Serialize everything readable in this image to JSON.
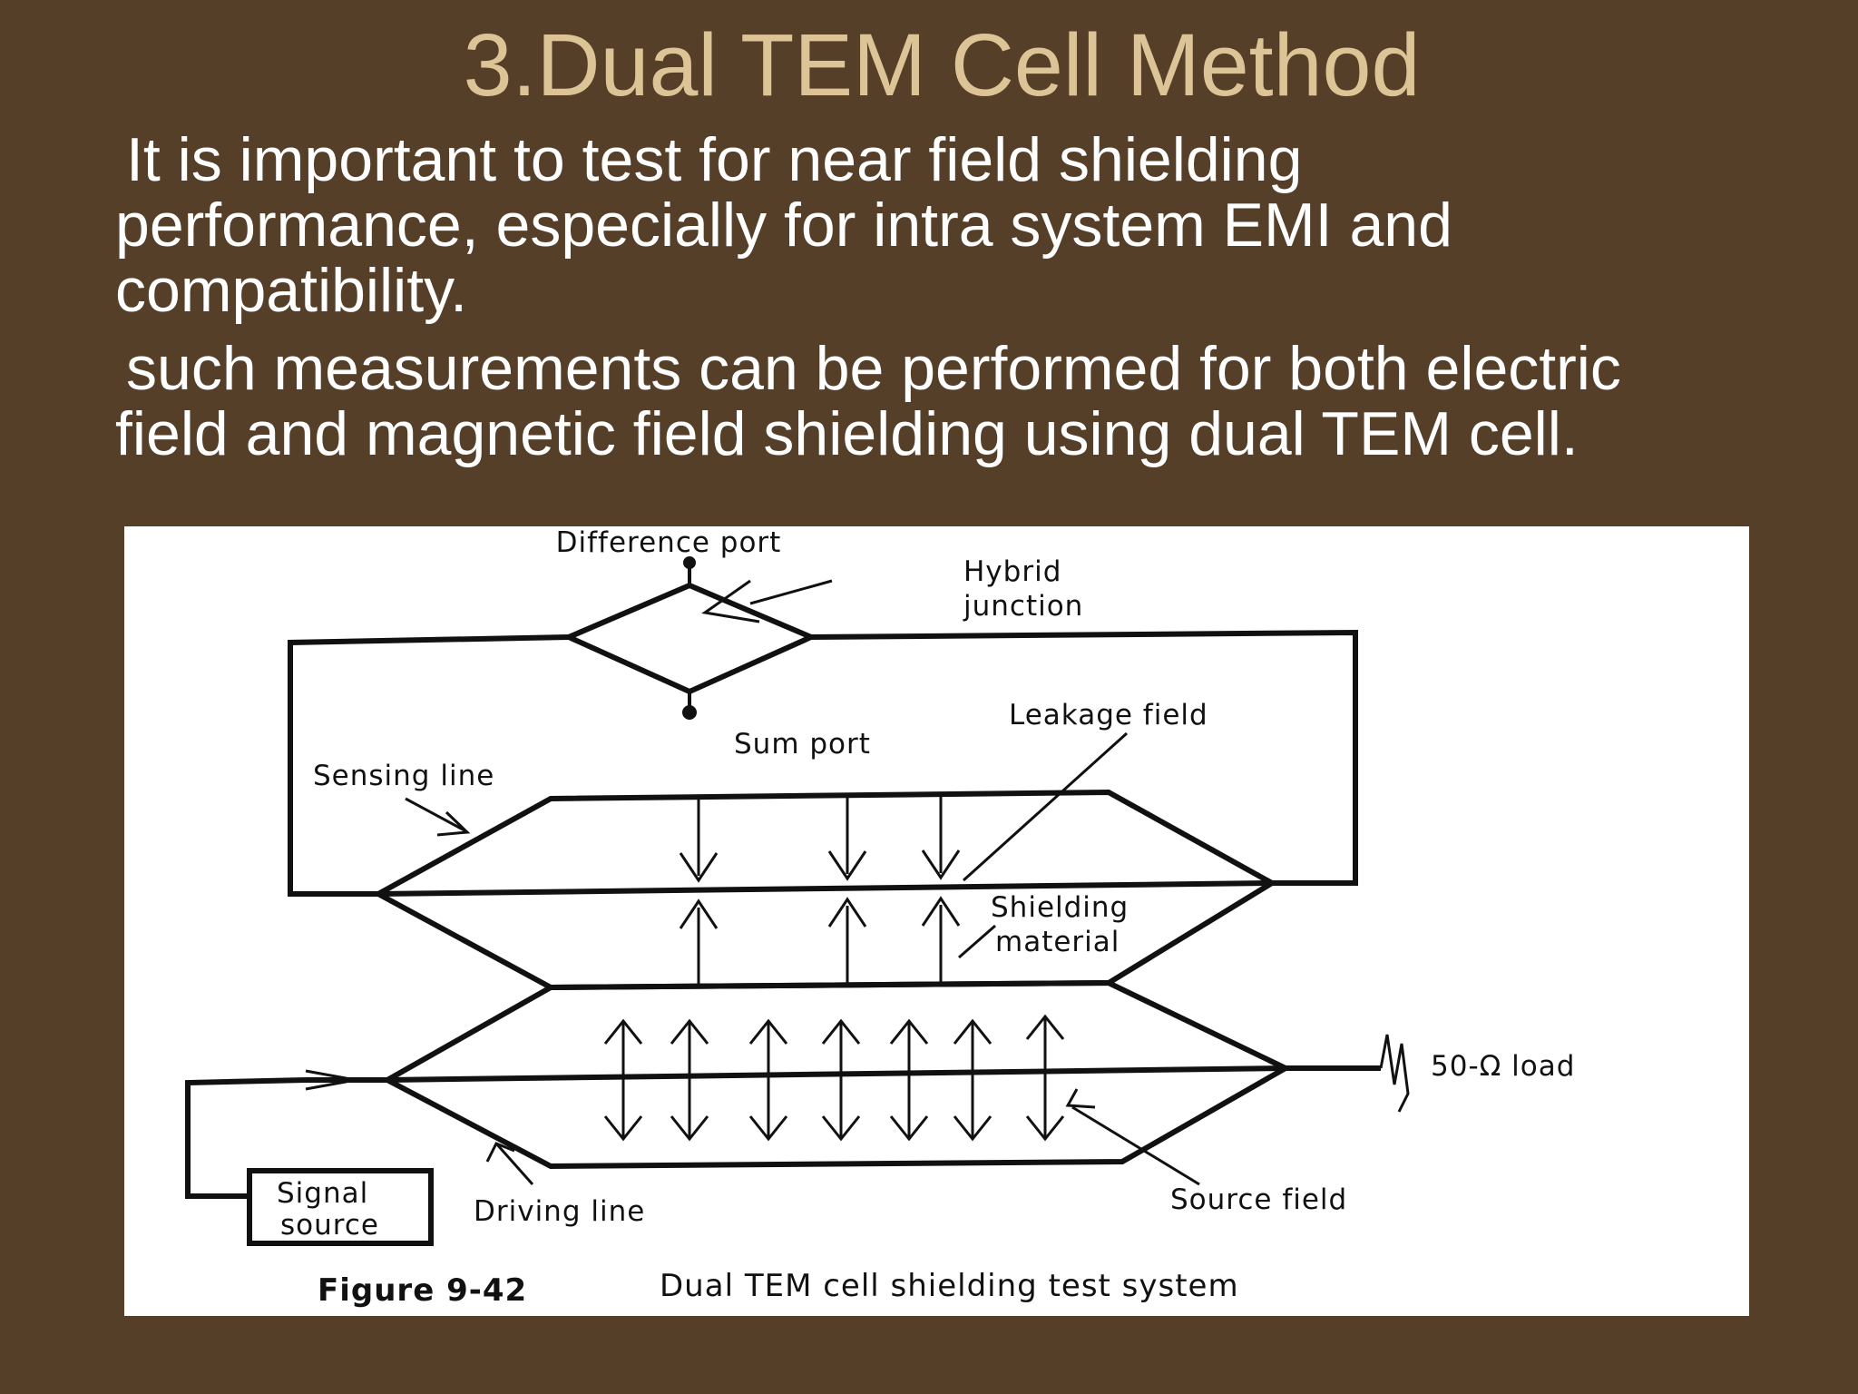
{
  "slide": {
    "title": "3.Dual TEM Cell Method",
    "paragraph1_line1": "It is important to test for near field shielding",
    "paragraph1_line2": "performance, especially for intra system EMI and",
    "paragraph1_line3": "compatibility.",
    "paragraph2_line1": "such measurements can be performed for both electric",
    "paragraph2_line2": "field and magnetic field shielding using dual TEM cell."
  },
  "figure": {
    "labels": {
      "difference_port": "Difference port",
      "hybrid": "Hybrid",
      "junction": "junction",
      "leakage_field": "Leakage field",
      "sum_port": "Sum port",
      "sensing_line": "Sensing line",
      "shielding": "Shielding",
      "material": "material",
      "load": "50-Ω  load",
      "signal": "Signal",
      "source": "source",
      "driving_line": "Driving line",
      "source_field": "Source field"
    },
    "caption_number": "Figure 9-42",
    "caption_text": "Dual TEM cell shielding test system"
  },
  "colors": {
    "background": "#553f28",
    "title": "#ddc497",
    "body_text": "#ffffff",
    "figure_background": "#ffffff",
    "figure_ink": "#111111"
  }
}
